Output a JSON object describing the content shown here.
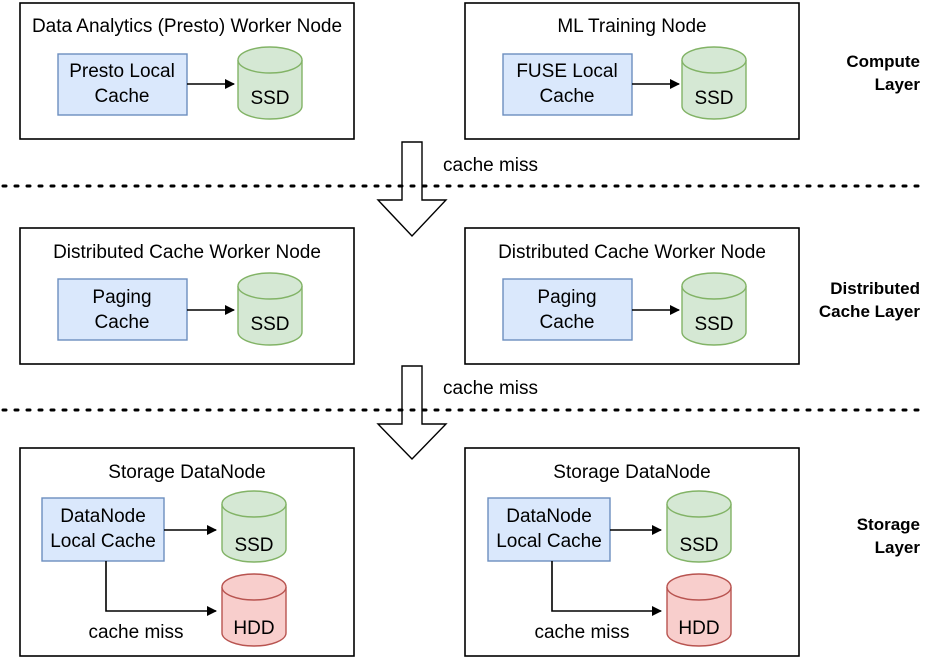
{
  "compute": {
    "presto": {
      "title": "Data Analytics (Presto) Worker Node",
      "cache_line1": "Presto Local",
      "cache_line2": "Cache",
      "disk": "SSD"
    },
    "ml": {
      "title": "ML Training Node",
      "cache_line1": "FUSE Local",
      "cache_line2": "Cache",
      "disk": "SSD"
    }
  },
  "distributed": {
    "left": {
      "title": "Distributed Cache Worker Node",
      "cache_line1": "Paging",
      "cache_line2": "Cache",
      "disk": "SSD"
    },
    "right": {
      "title": "Distributed Cache Worker Node",
      "cache_line1": "Paging",
      "cache_line2": "Cache",
      "disk": "SSD"
    }
  },
  "storage": {
    "left": {
      "title": "Storage DataNode",
      "cache_line1": "DataNode",
      "cache_line2": "Local Cache",
      "ssd": "SSD",
      "hdd": "HDD",
      "miss": "cache miss"
    },
    "right": {
      "title": "Storage DataNode",
      "cache_line1": "DataNode",
      "cache_line2": "Local Cache",
      "ssd": "SSD",
      "hdd": "HDD",
      "miss": "cache miss"
    }
  },
  "flow": {
    "miss_top": "cache miss",
    "miss_bottom": "cache miss"
  },
  "layers": {
    "compute_line1": "Compute",
    "compute_line2": "Layer",
    "distributed_line1": "Distributed",
    "distributed_line2": "Cache Layer",
    "storage_line1": "Storage",
    "storage_line2": "Layer"
  }
}
